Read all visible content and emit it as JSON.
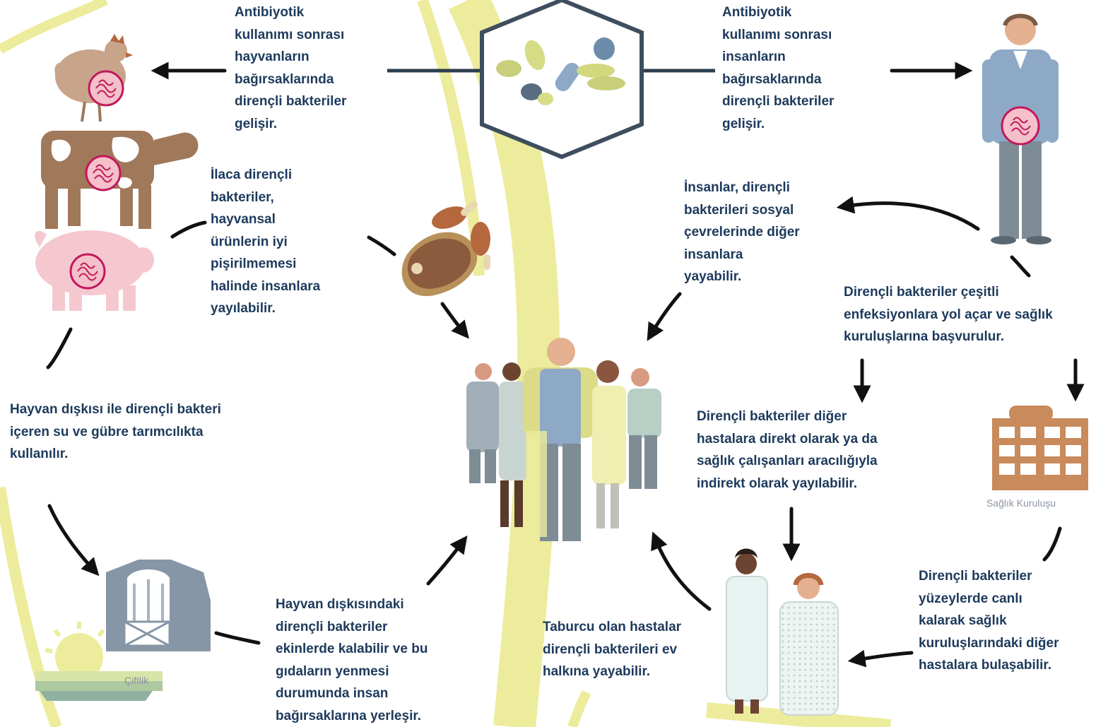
{
  "texts": {
    "animal_gut": "Antibiyotik\nkullanımı sonrası\nhayvanların\nbağırsaklarında\ndirençli bakteriler\ngelişir.",
    "human_gut": "Antibiyotik\nkullanımı sonrası\ninsanların\nbağırsaklarında\ndirençli bakteriler\ngelişir.",
    "food_spread": "İlaca dirençli\nbakteriler,\nhayvansal\nürünlerin iyi\npişirilmemesi\nhalinde insanlara\nyayılabilir.",
    "social_spread": "İnsanlar, dirençli\nbakterileri sosyal\nçevrelerinde diğer\ninsanlara\nyayabilir.",
    "infections": "Dirençli bakteriler çeşitli\nenfeksiyonlara yol açar ve sağlık\nkuruluşlarına başvurulur.",
    "manure": "Hayvan dışkısı ile dirençli bakteri\niçeren su ve gübre tarımcılıkta\nkullanılır.",
    "patient_spread": "Dirençli bakteriler diğer\nhastalara direkt olarak ya da\nsağlık çalışanları aracılığıyla\nindirekt olarak yayılabilir.",
    "crops": "Hayvan dışkısındaki\ndirençli bakteriler\nekinlerde kalabilir ve bu\ngıdaların yenmesi\ndurumunda insan\nbağırsaklarına yerleşir.",
    "discharged": "Taburcu olan hastalar\ndirençli bakterileri ev\nhalkına yayabilir.",
    "surfaces": "Dirençli bakteriler\nyüzeylerde canlı\nkalarak sağlık\nkuruluşlarındaki diğer\nhastalara bulaşabilir."
  },
  "labels": {
    "farm": "Çiftlik",
    "health_facility": "Sağlık Kuruluşu"
  },
  "colors": {
    "text": "#1d3a5c",
    "highlight_band": "#ecec9c",
    "arrow": "#111111",
    "brown_animal": "#a0785a",
    "pink_animal": "#f5c8d0",
    "gut": "#c2185b",
    "building": "#c98a5c",
    "barn": "#8796a6"
  }
}
